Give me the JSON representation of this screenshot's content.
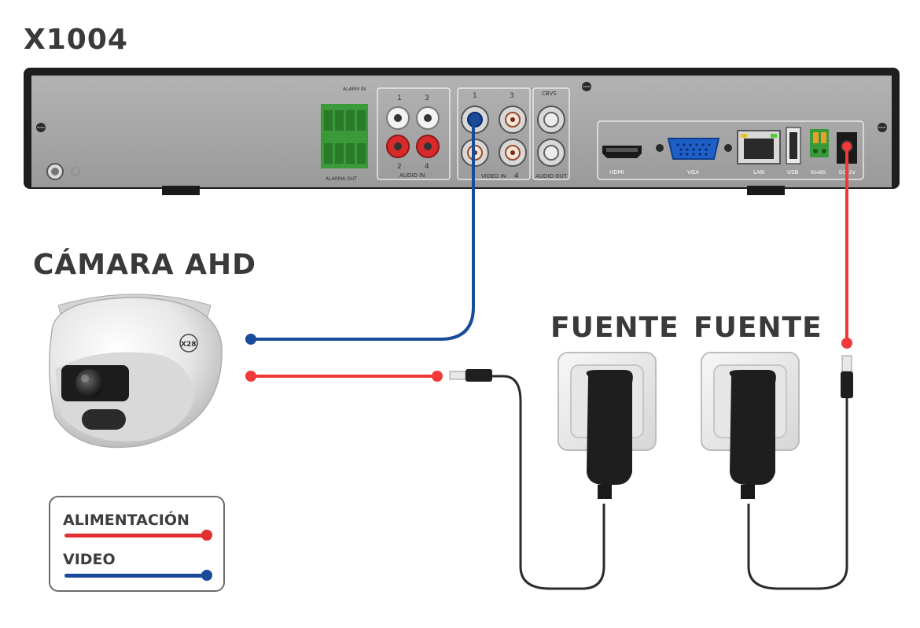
{
  "titles": {
    "model": "X1004",
    "camera": "CÁMARA AHD",
    "power_supply_1": "FUENTE",
    "power_supply_2": "FUENTE"
  },
  "dvr_labels": {
    "alarm_in": "ALARM IN",
    "alarm_out": "ALARMA OUT",
    "audio_in": "AUDIO IN",
    "video_in": "VIDEO IN",
    "cbvs": "CBVS",
    "audio_out": "AUDIO OUT",
    "hdmi": "HDMI",
    "vga": "VGA",
    "lan": "LAN",
    "usb": "USB",
    "rs485": "RS485",
    "dc": "DC12V",
    "audio_ch_1": "1",
    "audio_ch_2": "2",
    "audio_ch_3": "3",
    "audio_ch_4": "4",
    "video_ch_1": "1",
    "video_ch_3": "3",
    "video_ch_4": "4"
  },
  "camera_logo": "X28",
  "legend": {
    "power_label": "ALIMENTACIÓN",
    "video_label": "VIDEO",
    "power_color": "#e03030",
    "video_color": "#1a4a9a"
  },
  "colors": {
    "video_cable": "#1a4a9a",
    "power_cable": "#f03a3a",
    "adapter_cable": "#2b2b2b"
  }
}
